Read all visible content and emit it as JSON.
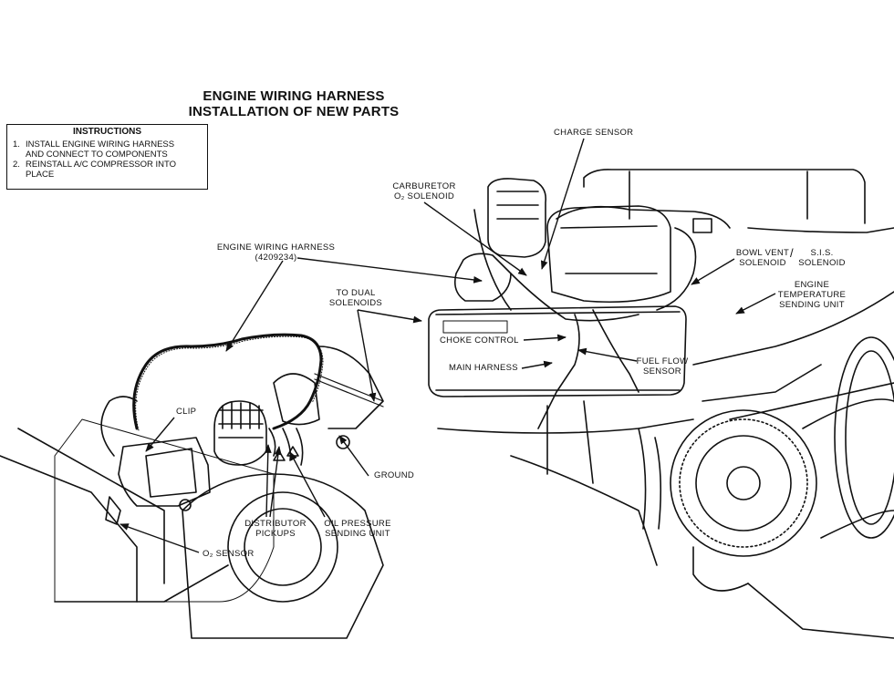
{
  "title": {
    "line1": "ENGINE WIRING HARNESS",
    "line2": "INSTALLATION OF NEW PARTS"
  },
  "instructions": {
    "heading": "INSTRUCTIONS",
    "steps": [
      {
        "num": "1.",
        "line1": "INSTALL ENGINE WIRING HARNESS",
        "line2": "AND CONNECT TO COMPONENTS"
      },
      {
        "num": "2.",
        "line1": "REINSTALL A/C COMPRESSOR INTO",
        "line2": "PLACE"
      }
    ]
  },
  "labels": {
    "charge_sensor": "CHARGE SENSOR",
    "carburetor_line1": "CARBURETOR",
    "carburetor_line2": "O₂ SOLENOID",
    "harness_line1": "ENGINE WIRING HARNESS",
    "harness_line2": "(4209234)",
    "dual_line1": "TO DUAL",
    "dual_line2": "SOLENOIDS",
    "bowl_line1": "BOWL VENT",
    "bowl_line2": "SOLENOID",
    "sis_line1": "S.I.S.",
    "sis_line2": "SOLENOID",
    "temp_line1": "ENGINE",
    "temp_line2": "TEMPERATURE",
    "temp_line3": "SENDING UNIT",
    "choke": "CHOKE CONTROL",
    "main_harness": "MAIN HARNESS",
    "fuel_line1": "FUEL FLOW",
    "fuel_line2": "SENSOR",
    "clip": "CLIP",
    "ground": "GROUND",
    "dist_line1": "DISTRIBUTOR",
    "dist_line2": "PICKUPS",
    "oil_line1": "OIL PRESSURE",
    "oil_line2": "SENDING UNIT",
    "o2_sensor": "O₂ SENSOR"
  }
}
